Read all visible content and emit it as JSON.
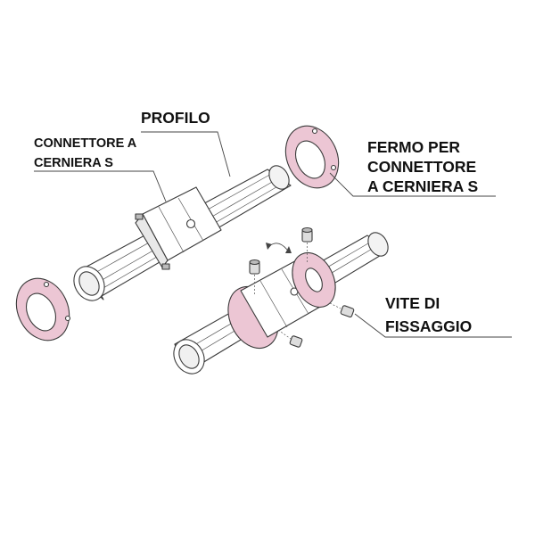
{
  "labels": {
    "profilo": "PROFILO",
    "connettore_line1": "CONNETTORE A",
    "connettore_line2": "CERNIERA S",
    "fermo_line1": "FERMO PER",
    "fermo_line2": "CONNETTORE",
    "fermo_line3": "A CERNIERA S",
    "vite_line1": "VITE DI",
    "vite_line2": "FISSAGGIO"
  },
  "colors": {
    "ring_fill": "#ecc6d4",
    "ring_inner": "#ffffff",
    "tube_fill": "#ffffff",
    "tube_shade": "#e6e6e6",
    "outline": "#3a3a3a",
    "text": "#111111"
  },
  "icons": {
    "rotation_arrow": "curved-arrow-icon"
  }
}
